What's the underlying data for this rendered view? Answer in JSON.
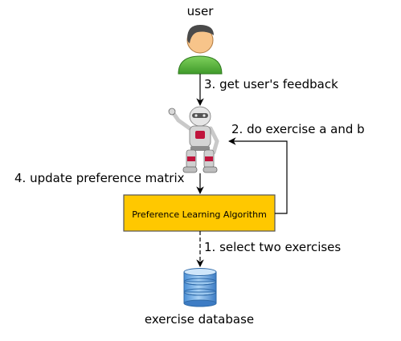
{
  "nodes": {
    "user": {
      "label": "user",
      "icon": "user-icon"
    },
    "robot": {
      "icon": "nao-robot-icon"
    },
    "algorithm": {
      "label": "Preference Learning Algorithm",
      "fill": "#FFC800",
      "stroke": "#555555"
    },
    "database": {
      "label": "exercise database",
      "icon": "database-icon",
      "color": "#7FB4E6"
    }
  },
  "edges": {
    "get_feedback": "3. get user's feedback",
    "do_exercise": "2. do exercise a and b",
    "update_matrix": "4. update preference matrix",
    "select_exercises": "1. select two exercises"
  }
}
